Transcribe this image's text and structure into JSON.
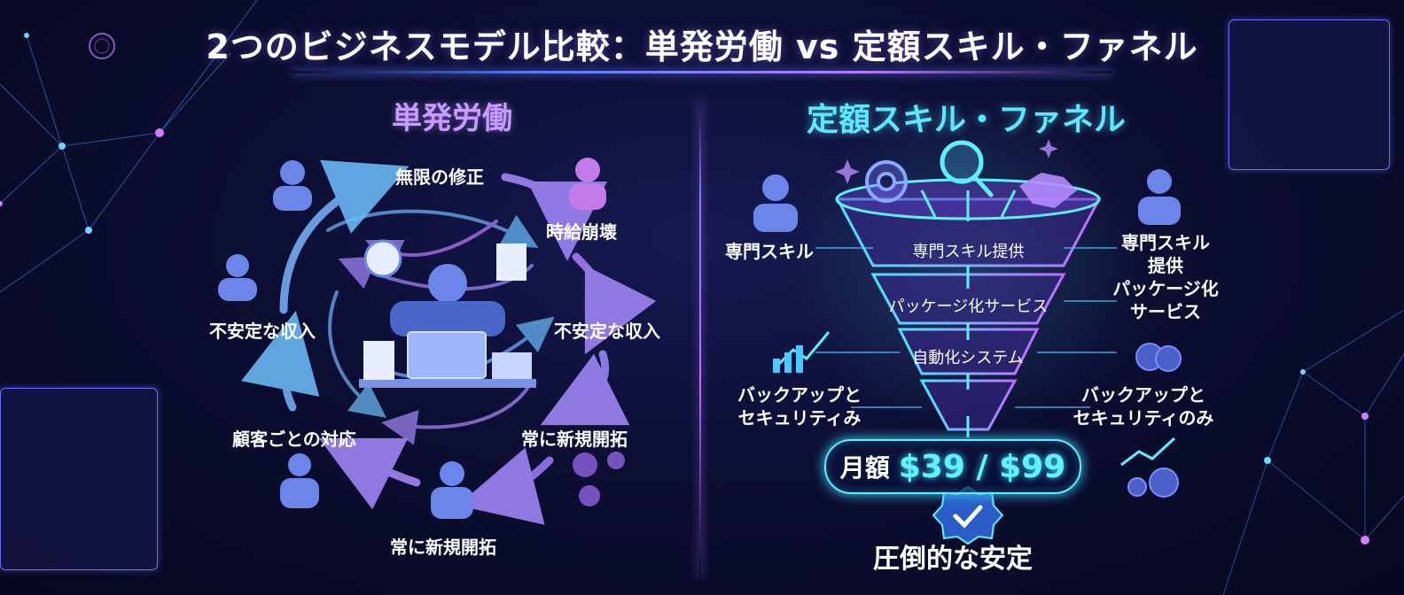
{
  "title": "2つのビジネスモデル比較：単発労働 vs 定額スキル・ファネル",
  "left": {
    "heading": "単発労働",
    "labels": {
      "top": "無限の修正",
      "top_right": "時給崩壊",
      "right": "不安定な収入",
      "left": "不安定な収入",
      "bottom_right": "常に新規開拓",
      "bottom_left": "顧客ごとの対応",
      "bottom": "常に新規開拓"
    }
  },
  "right": {
    "heading": "定額スキル・ファネル",
    "funnel_tiers": [
      "専門スキル提供",
      "パッケージ化サービス",
      "自動化システム"
    ],
    "side_labels": {
      "left_top": "専門スキル",
      "left_bottom_1": "バックアップと",
      "left_bottom_2": "セキュリティみ",
      "right_top_1": "専門スキル",
      "right_top_2": "提供",
      "right_top_3": "パッケージ化",
      "right_top_4": "サービス",
      "right_bottom_1": "バックアップと",
      "right_bottom_2": "セキュリティのみ"
    },
    "price_label": "月額",
    "price_value": "$39 / $99",
    "result": "圧倒的な安定"
  },
  "colors": {
    "accent_cyan": "#5fe7ff",
    "accent_purple": "#c79bff",
    "background": "#0c0e33"
  }
}
